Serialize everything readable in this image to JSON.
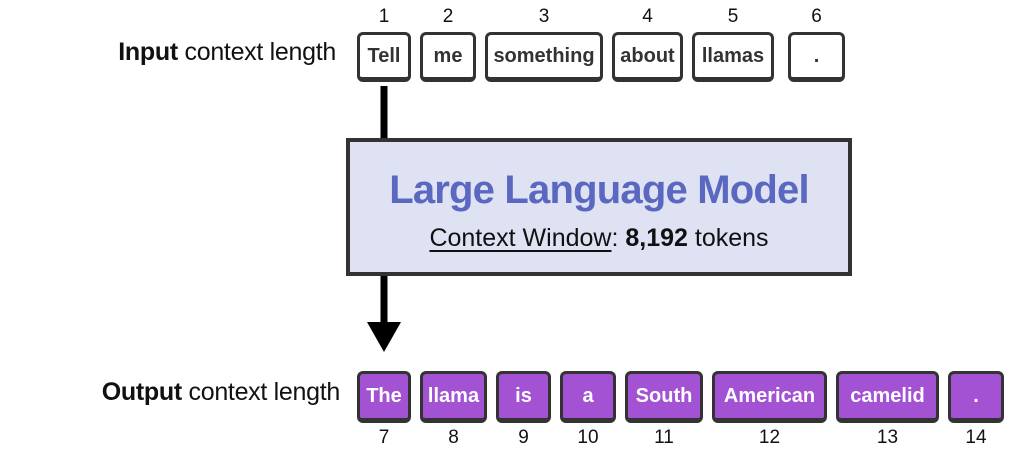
{
  "input_label": {
    "bold": "Input",
    "rest": " context length"
  },
  "output_label": {
    "bold": "Output",
    "rest": " context length"
  },
  "input_tokens": [
    {
      "text": "Tell",
      "num": "1"
    },
    {
      "text": "me",
      "num": "2"
    },
    {
      "text": "something",
      "num": "3"
    },
    {
      "text": "about",
      "num": "4"
    },
    {
      "text": "llamas",
      "num": "5"
    },
    {
      "text": ".",
      "num": "6"
    }
  ],
  "output_tokens": [
    {
      "text": "The",
      "num": "7"
    },
    {
      "text": "llama",
      "num": "8"
    },
    {
      "text": "is",
      "num": "9"
    },
    {
      "text": "a",
      "num": "10"
    },
    {
      "text": "South",
      "num": "11"
    },
    {
      "text": "American",
      "num": "12"
    },
    {
      "text": "camelid",
      "num": "13"
    },
    {
      "text": ".",
      "num": "14"
    }
  ],
  "model": {
    "title": "Large Language Model",
    "context_label": "Context Window",
    "colon": ": ",
    "context_value": "8,192",
    "context_unit": " tokens"
  },
  "colors": {
    "model_fill": "#dfe2f3",
    "model_title": "#5a68c0",
    "output_token": "#a352d3"
  }
}
